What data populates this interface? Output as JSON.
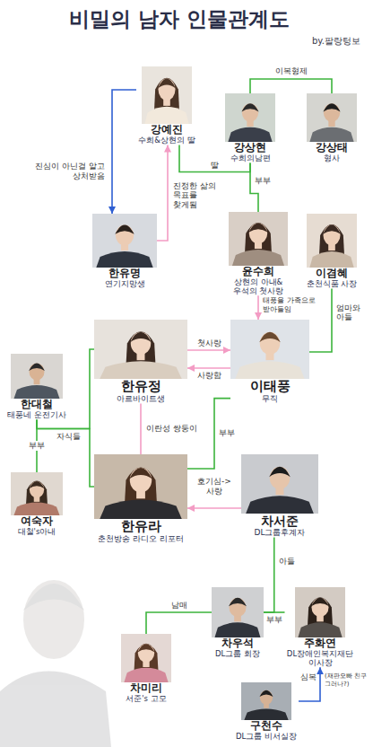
{
  "diagram": {
    "title": "비밀의 남자 인물관계도",
    "nodes": [
      {
        "text": [
          "강예진",
          "수희&상현의 딸"
        ]
      },
      {
        "text": [
          "강상현",
          "수희의남편"
        ]
      },
      {
        "text": [
          "강상태",
          "형사"
        ]
      },
      {
        "text": [
          "한유명",
          "연기지망생"
        ]
      },
      {
        "text": [
          "윤수희",
          "상현의 아내& 우석의 첫사랑"
        ]
      },
      {
        "text": [
          "이겸혜",
          "춘천식품 사장"
        ]
      },
      {
        "text": [
          "한유정",
          "아르바이트생"
        ]
      },
      {
        "text": [
          "이태풍",
          "무직"
        ]
      },
      {
        "text": [
          "한대철",
          "태풍네 운전기사"
        ]
      },
      {
        "text": [
          "여숙자",
          "대철's아내"
        ]
      },
      {
        "text": [
          "한유라",
          "춘천방송 라디오 리포터"
        ]
      },
      {
        "text": [
          "차서준",
          "DL그룹후계자"
        ]
      },
      {
        "text": [
          "차우석",
          "DL그룹 회장"
        ]
      },
      {
        "text": [
          "주화연",
          "DL장애인복지재단 이사장"
        ]
      },
      {
        "text": [
          "차미리",
          "서준's 고모"
        ]
      },
      {
        "text": [
          "구천수",
          "DL그룹 비서실장"
        ]
      }
    ],
    "edges": [
      {
        "from": 1,
        "to": 2,
        "label": "이복형제",
        "arrow": "none"
      },
      {
        "from": 0,
        "to": 1,
        "label": "딸",
        "arrow": "none"
      },
      {
        "from": 1,
        "to": 4,
        "label": "부부",
        "arrow": "none"
      },
      {
        "from": 0,
        "to": 3,
        "label": "진심이 아닌걸 알고 상처받음",
        "arrow": "to"
      },
      {
        "from": 3,
        "to": 0,
        "label": "진정한 삶의 목표를 찾게됨",
        "arrow": "to"
      },
      {
        "from": 5,
        "to": 7,
        "label": "엄마와 아들",
        "arrow": "none"
      },
      {
        "from": 4,
        "to": 7,
        "label": "태풍을 가족으로 받아들임",
        "arrow": "to"
      },
      {
        "from": 6,
        "to": 7,
        "label": "첫사랑",
        "arrow": "to"
      },
      {
        "from": 7,
        "to": 6,
        "label": "사랑함",
        "arrow": "to"
      },
      {
        "from": 6,
        "to": 10,
        "label": "이란성 쌍둥이",
        "arrow": "none"
      },
      {
        "from": 10,
        "to": 7,
        "label": "부부",
        "arrow": "none"
      },
      {
        "from": 11,
        "to": 10,
        "label": "호기심-> 사랑",
        "arrow": "to"
      },
      {
        "from": 8,
        "to": 9,
        "label": "부부",
        "arrow": "none"
      },
      {
        "from": 8,
        "to": 6,
        "label": "자식들",
        "arrow": "none"
      },
      {
        "from": 8,
        "to": 10,
        "arrow": "none"
      },
      {
        "from": 11,
        "to": 12,
        "label": "아들",
        "arrow": "none"
      },
      {
        "from": 12,
        "to": 13,
        "label": "부부",
        "arrow": "none"
      },
      {
        "from": 12,
        "to": 14,
        "label": "남매",
        "arrow": "none"
      },
      {
        "from": 15,
        "to": 13,
        "label": "심복",
        "arrow": "to"
      }
    ],
    "labels": [
      "by.팔랑텅보",
      "(재판오빠 친구 그러나?)"
    ]
  }
}
